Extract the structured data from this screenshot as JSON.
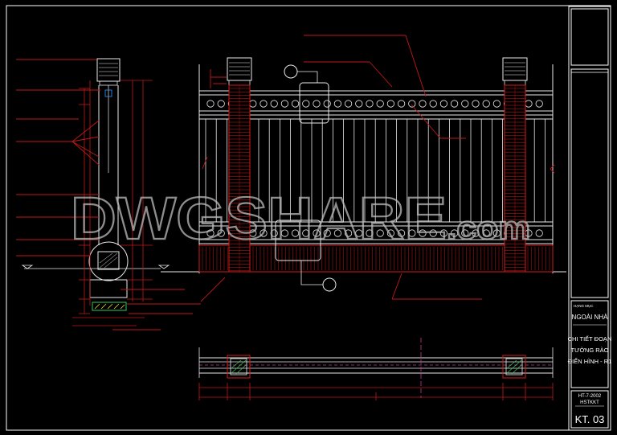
{
  "watermark": {
    "main": "DWGSHARE",
    "suffix": ".com"
  },
  "title_block": {
    "category_label": "HẠNG MỤC",
    "category_value": "NGOÀI NHÀ",
    "drawing_title_line1": "CHI TIẾT ĐOẠN",
    "drawing_title_line2": "TƯỜNG RÀO",
    "drawing_title_line3": "ĐIỂN HÌNH - R1",
    "code_line1": "HT-7-2002",
    "code_line2": "HSTKKT",
    "sheet_number": "KT. 03"
  },
  "colors": {
    "background": "#000000",
    "line_white": "#e8e8e8",
    "line_red": "#d21a1a",
    "line_dim": "#c01818",
    "frame": "#ffffff",
    "hatch_green": "#33cc55",
    "hatch_yellow": "#e8d04a"
  }
}
